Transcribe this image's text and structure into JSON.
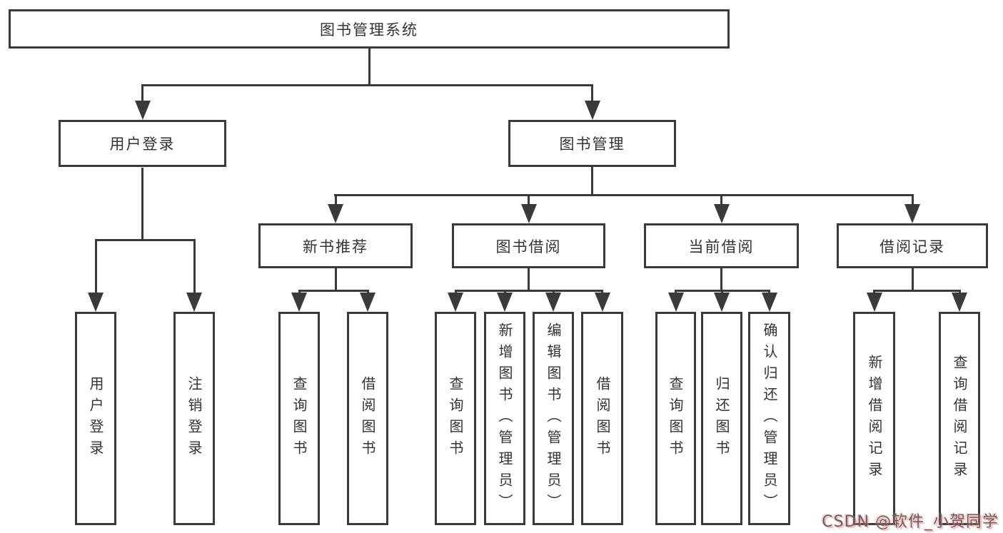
{
  "nodes": {
    "root": {
      "label": "图书管理系统"
    },
    "user_login": {
      "label": "用户登录"
    },
    "book_mgmt": {
      "label": "图书管理"
    },
    "new_book_rec": {
      "label": "新书推荐"
    },
    "book_borrow": {
      "label": "图书借阅"
    },
    "current_borrow": {
      "label": "当前借阅"
    },
    "borrow_records": {
      "label": "借阅记录"
    },
    "leaf_user_login": {
      "label": "用户登录"
    },
    "leaf_logout": {
      "label": "注销登录"
    },
    "leaf_nbr_query": {
      "label": "查询图书"
    },
    "leaf_nbr_borrow": {
      "label": "借阅图书"
    },
    "leaf_bb_query": {
      "label": "查询图书"
    },
    "leaf_bb_add": {
      "label": "新增图书（管理员）"
    },
    "leaf_bb_edit": {
      "label": "编辑图书（管理员）"
    },
    "leaf_bb_borrow": {
      "label": "借阅图书"
    },
    "leaf_cb_query": {
      "label": "查询图书"
    },
    "leaf_cb_return": {
      "label": "归还图书"
    },
    "leaf_cb_confirm": {
      "label": "确认归还（管理员）"
    },
    "leaf_br_add": {
      "label": "新增借阅记录"
    },
    "leaf_br_query": {
      "label": "查询借阅记录"
    }
  },
  "structure": {
    "root": [
      "user_login",
      "book_mgmt"
    ],
    "user_login": [
      "leaf_user_login",
      "leaf_logout"
    ],
    "book_mgmt": [
      "new_book_rec",
      "book_borrow",
      "current_borrow",
      "borrow_records"
    ],
    "new_book_rec": [
      "leaf_nbr_query",
      "leaf_nbr_borrow"
    ],
    "book_borrow": [
      "leaf_bb_query",
      "leaf_bb_add",
      "leaf_bb_edit",
      "leaf_bb_borrow"
    ],
    "current_borrow": [
      "leaf_cb_query",
      "leaf_cb_return",
      "leaf_cb_confirm"
    ],
    "borrow_records": [
      "leaf_br_add",
      "leaf_br_query"
    ]
  },
  "watermark": {
    "text": "CSDN @软件_小贺同学"
  },
  "colors": {
    "background": "#ffffff",
    "box_border": "#3a3a3a",
    "line": "#3a3a3a",
    "text": "#333333",
    "watermark_gray": "#636363",
    "watermark_pink": "#fc7878"
  }
}
